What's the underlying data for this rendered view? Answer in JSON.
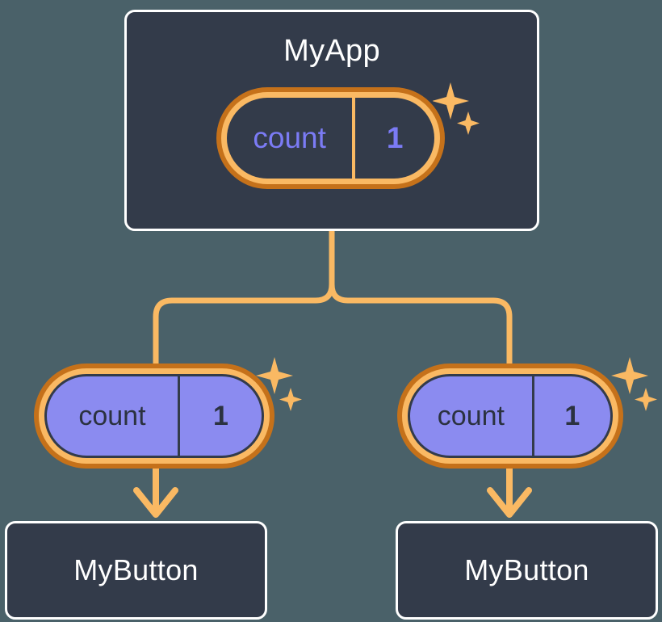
{
  "diagram": {
    "title": "React component state propagation tree",
    "background_color": "#4a6169"
  },
  "palette": {
    "card_background": "#333b4a",
    "card_border": "#ffffff",
    "ring_outer": "#c5711a",
    "ring_inner": "#fab963",
    "state_fill": "#8b8bf0",
    "state_text_dark": "#2b3240",
    "state_text_purple": "#7b7bf5",
    "connector": "#fab963",
    "sparkle": "#fab963"
  },
  "nodes": {
    "root": {
      "label": "MyApp",
      "state": {
        "key": "count",
        "value": "1",
        "style": "dark"
      },
      "sparkle": "sparkle-icon"
    },
    "children": [
      {
        "label": "MyButton",
        "state": {
          "key": "count",
          "value": "1",
          "style": "filled"
        },
        "sparkle": "sparkle-icon"
      },
      {
        "label": "MyButton",
        "state": {
          "key": "count",
          "value": "1",
          "style": "filled"
        },
        "sparkle": "sparkle-icon"
      }
    ]
  },
  "connectors": {
    "trunk": "branch-split-connector",
    "left_arrow": "arrow-down-icon",
    "right_arrow": "arrow-down-icon"
  }
}
